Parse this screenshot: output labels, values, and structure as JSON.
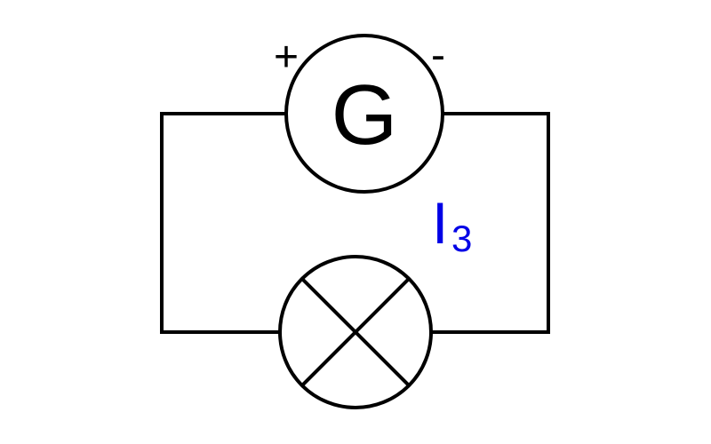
{
  "generator": {
    "letter": "G",
    "plus": "+",
    "minus": "-"
  },
  "current": {
    "symbol": "I",
    "subscript": "3",
    "color": "#0000e6"
  },
  "wire_color": "#000000",
  "icons": {
    "generator": "generator-icon",
    "lamp": "lamp-icon"
  }
}
